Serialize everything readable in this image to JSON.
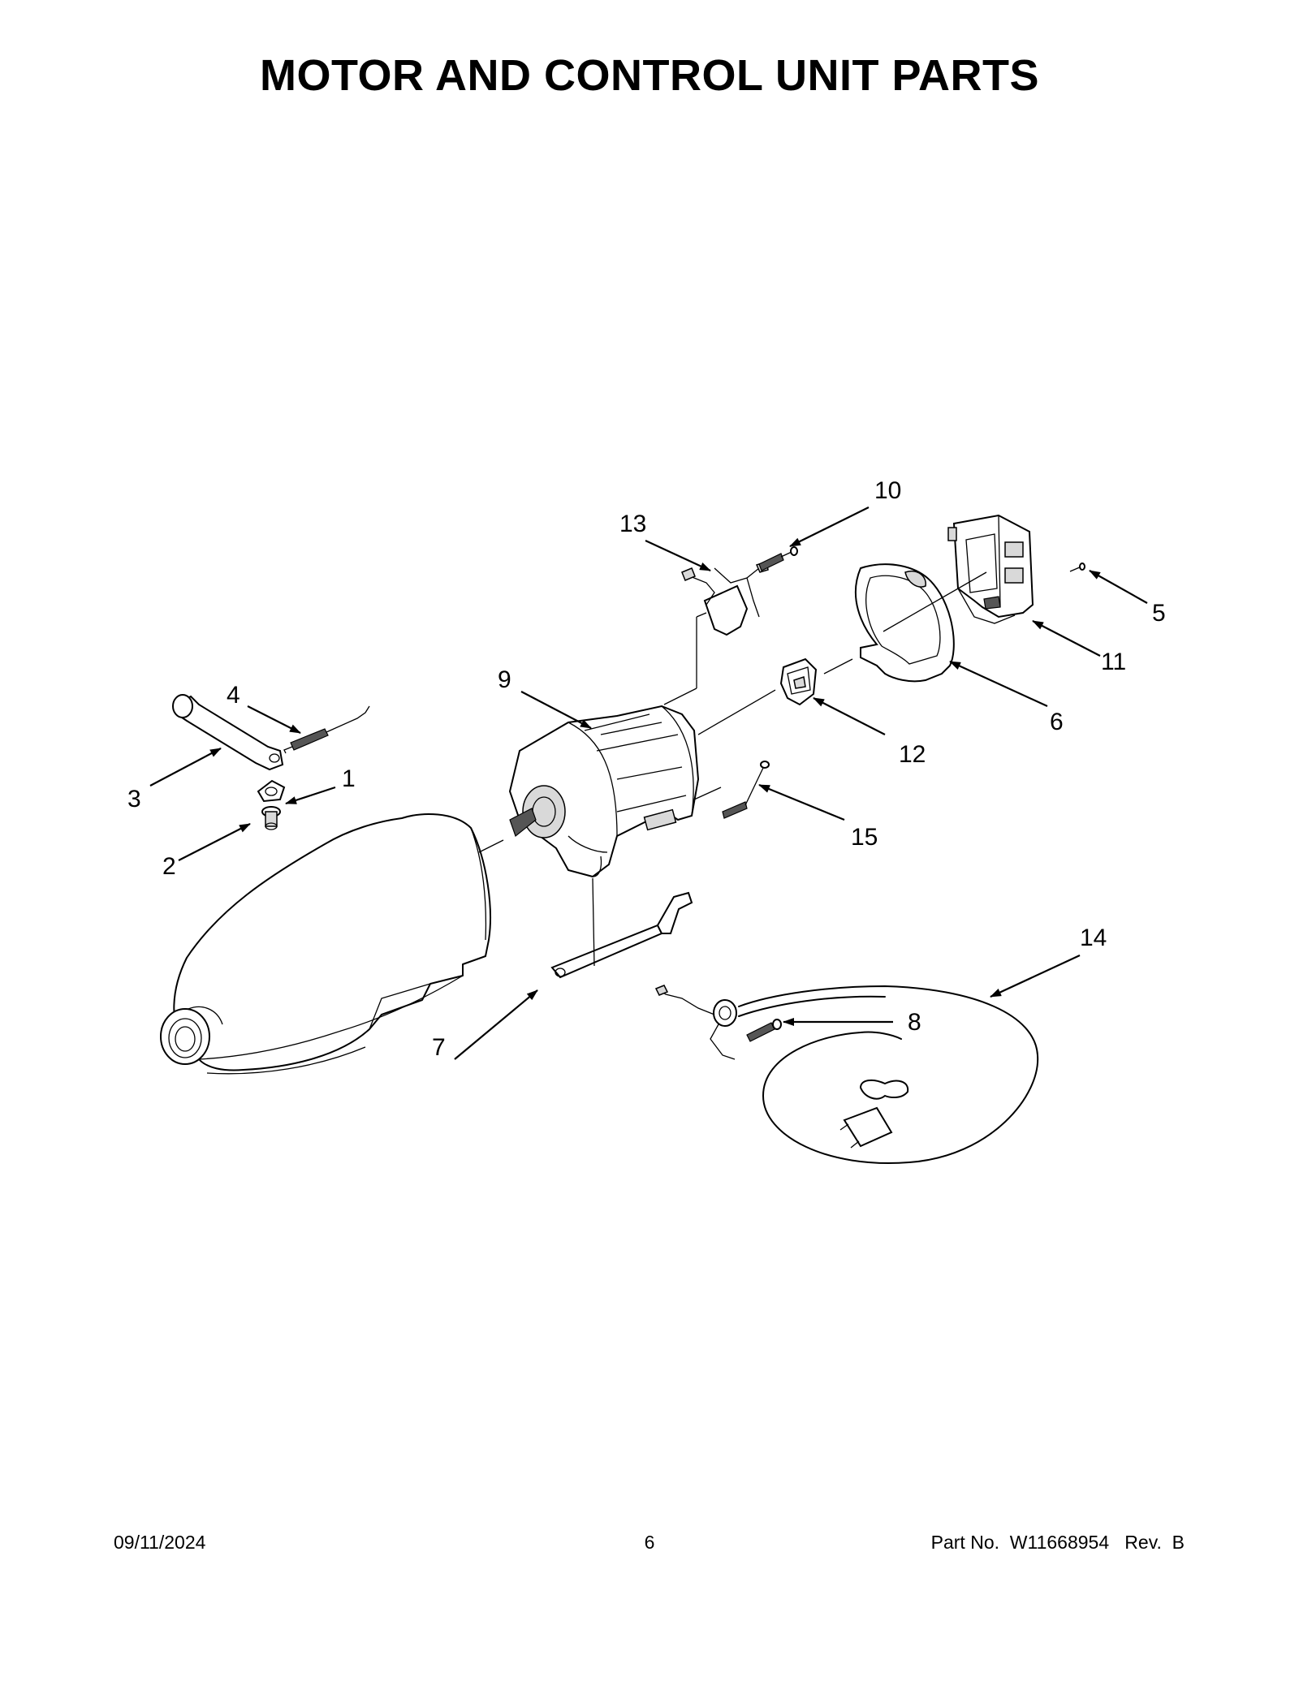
{
  "title": "MOTOR AND CONTROL UNIT PARTS",
  "callouts": {
    "c1": "1",
    "c2": "2",
    "c3": "3",
    "c4": "4",
    "c5": "5",
    "c6": "6",
    "c7": "7",
    "c8": "8",
    "c9": "9",
    "c10": "10",
    "c11": "11",
    "c12": "12",
    "c13": "13",
    "c14": "14",
    "c15": "15"
  },
  "footer": {
    "date": "09/11/2024",
    "page": "6",
    "part_number": "Part No.  W11668954   Rev.  B"
  }
}
